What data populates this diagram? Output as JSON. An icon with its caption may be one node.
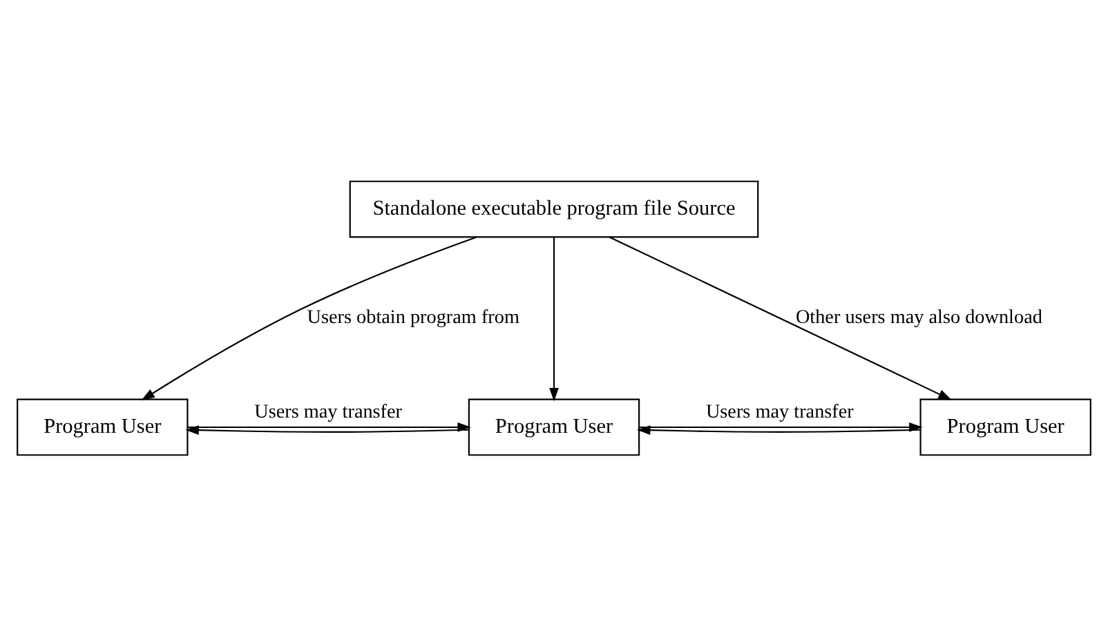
{
  "diagram": {
    "nodes": [
      {
        "text": [
          "Standalone executable program file Source"
        ]
      },
      {
        "text": [
          "Program User"
        ]
      },
      {
        "text": [
          "Program User"
        ]
      },
      {
        "text": [
          "Program User"
        ]
      }
    ],
    "edges": [
      {
        "from": 0,
        "to": 1,
        "arrow": "to",
        "label": "Users obtain program from"
      },
      {
        "from": 0,
        "to": 2,
        "arrow": "to"
      },
      {
        "from": 0,
        "to": 3,
        "arrow": "to",
        "label": "Other users may also download"
      },
      {
        "from": 2,
        "to": 1,
        "arrow": "to"
      },
      {
        "from": 1,
        "to": 2,
        "arrow": "to",
        "label": "Users may transfer"
      },
      {
        "from": 3,
        "to": 2,
        "arrow": "to"
      },
      {
        "from": 2,
        "to": 3,
        "arrow": "to",
        "label": "Users may transfer"
      }
    ]
  }
}
